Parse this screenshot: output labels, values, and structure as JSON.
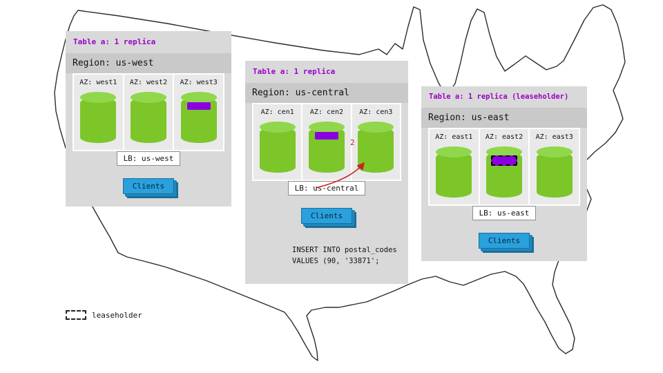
{
  "colors": {
    "accent-purple": "#9b00c8",
    "replica-purple": "#8b00e0",
    "db-green": "#7cc62a",
    "db-green-top": "#90d74b",
    "client-blue": "#2aa0dc",
    "arrow-red": "#cc2020",
    "panel-gray": "#d9d9d9",
    "region-band-gray": "#c9c9c9",
    "az-cell-gray": "#e9e9e9"
  },
  "map": {
    "name": "united-states-outline"
  },
  "legend": {
    "swatch": "dashed-rectangle",
    "label": "leaseholder"
  },
  "regions": [
    {
      "table_label": "Table a: 1 replica",
      "region_label": "Region: us-west",
      "azs": [
        {
          "label": "AZ: west1",
          "replica": false,
          "leaseholder": false
        },
        {
          "label": "AZ: west2",
          "replica": false,
          "leaseholder": false
        },
        {
          "label": "AZ: west3",
          "replica": true,
          "leaseholder": false
        }
      ],
      "lb_label": "LB: us-west",
      "clients_label": "Clients"
    },
    {
      "table_label": "Table a: 1 replica",
      "region_label": "Region: us-central",
      "azs": [
        {
          "label": "AZ: cen1",
          "replica": false,
          "leaseholder": false
        },
        {
          "label": "AZ: cen2",
          "replica": true,
          "leaseholder": false
        },
        {
          "label": "AZ: cen3",
          "replica": false,
          "leaseholder": false
        }
      ],
      "lb_label": "LB: us-central",
      "clients_label": "Clients",
      "arrow_label": "2",
      "sql": [
        "INSERT INTO postal_codes",
        "VALUES (90, '33871';"
      ]
    },
    {
      "table_label": "Table a: 1 replica (leaseholder)",
      "region_label": "Region: us-east",
      "azs": [
        {
          "label": "AZ: east1",
          "replica": false,
          "leaseholder": false
        },
        {
          "label": "AZ: east2",
          "replica": true,
          "leaseholder": true
        },
        {
          "label": "AZ: east3",
          "replica": false,
          "leaseholder": false
        }
      ],
      "lb_label": "LB: us-east",
      "clients_label": "Clients"
    }
  ]
}
